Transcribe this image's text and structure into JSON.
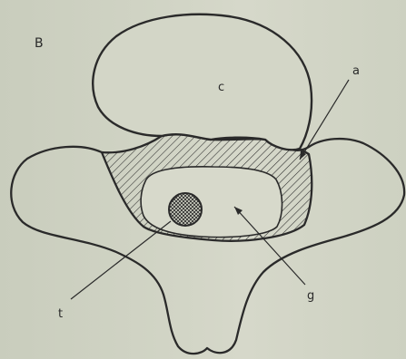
{
  "figure": {
    "panel_label": "B",
    "labels": {
      "c": "c",
      "a": "a",
      "t": "t",
      "g": "g"
    },
    "colors": {
      "paper": "#cfd3c4",
      "ink": "#2a2a2a"
    }
  }
}
